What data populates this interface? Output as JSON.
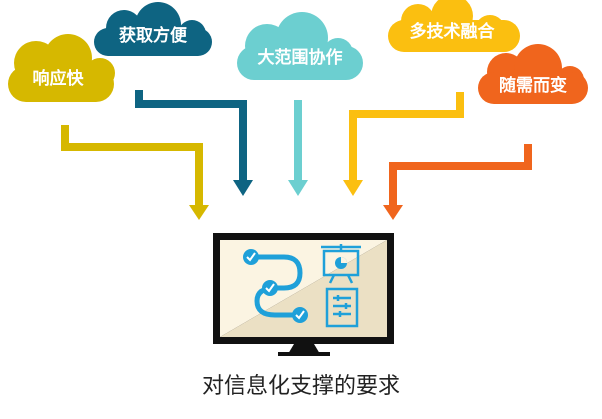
{
  "clouds": [
    {
      "label": "响应快",
      "color": "#d6b800"
    },
    {
      "label": "获取方便",
      "color": "#0e6482"
    },
    {
      "label": "大范围协作",
      "color": "#6ccfd0"
    },
    {
      "label": "多技术融合",
      "color": "#fbbf10"
    },
    {
      "label": "随需而变",
      "color": "#f0651d"
    }
  ],
  "icons": {
    "checklist": "checklist-path-icon",
    "presentation": "presentation-board-icon",
    "document": "document-lines-icon"
  },
  "colors": {
    "screen_light": "#fbf4e2",
    "screen_dark": "#ebe0c4",
    "icon_blue": "#1fa0d9",
    "monitor": "#111111"
  },
  "caption": "对信息化支撑的要求"
}
